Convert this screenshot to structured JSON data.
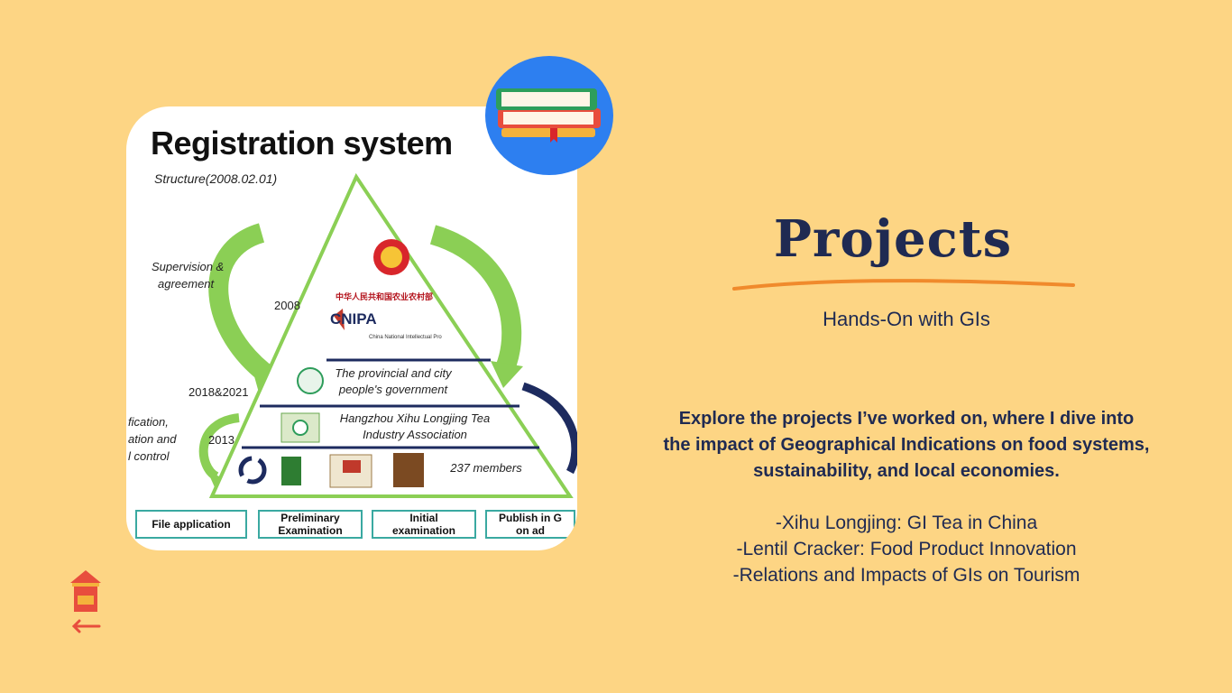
{
  "figure": {
    "title": "Registration system",
    "subtitle": "Structure(2008.02.01)",
    "left_label": [
      "Supervision &",
      "agreement"
    ],
    "left_label_cut": [
      "fication,",
      "ation and",
      "l control"
    ],
    "years": [
      "2008",
      "2018&2021",
      "2013"
    ],
    "ministry_cn": "中华人民共和国农业农村部",
    "cnipa": "CNIPA",
    "cnipa_sub": "China National Intellectual Pro",
    "tier_provincial": [
      "The provincial and city",
      "people's government"
    ],
    "tier_association": [
      "Hangzhou Xihu Longjing Tea",
      "Industry Association"
    ],
    "tier_members": "237 members",
    "steps": [
      "File application",
      "Preliminary\nExamination",
      "Initial\nexamination",
      "Publish in G\non ad"
    ]
  },
  "heading": "Projects",
  "subtitle": "Hands-On with GIs",
  "description": "Explore the projects I’ve worked on, where I dive into the impact of Geographical Indications on food systems, sustainability, and local economies.",
  "projects": [
    "-Xihu Longjing: GI Tea in China",
    "-Lentil Cracker: Food Product Innovation",
    "-Relations and Impacts of GIs on Tourism"
  ],
  "icons": {
    "books": "books-icon",
    "nav": "market-stand-icon",
    "back": "arrow-left-icon"
  },
  "colors": {
    "background": "#fdd584",
    "heading": "#1f2a52",
    "accent": "#f08a2c",
    "badge": "#2d7ff0",
    "pyramid": "#8bcf55"
  }
}
